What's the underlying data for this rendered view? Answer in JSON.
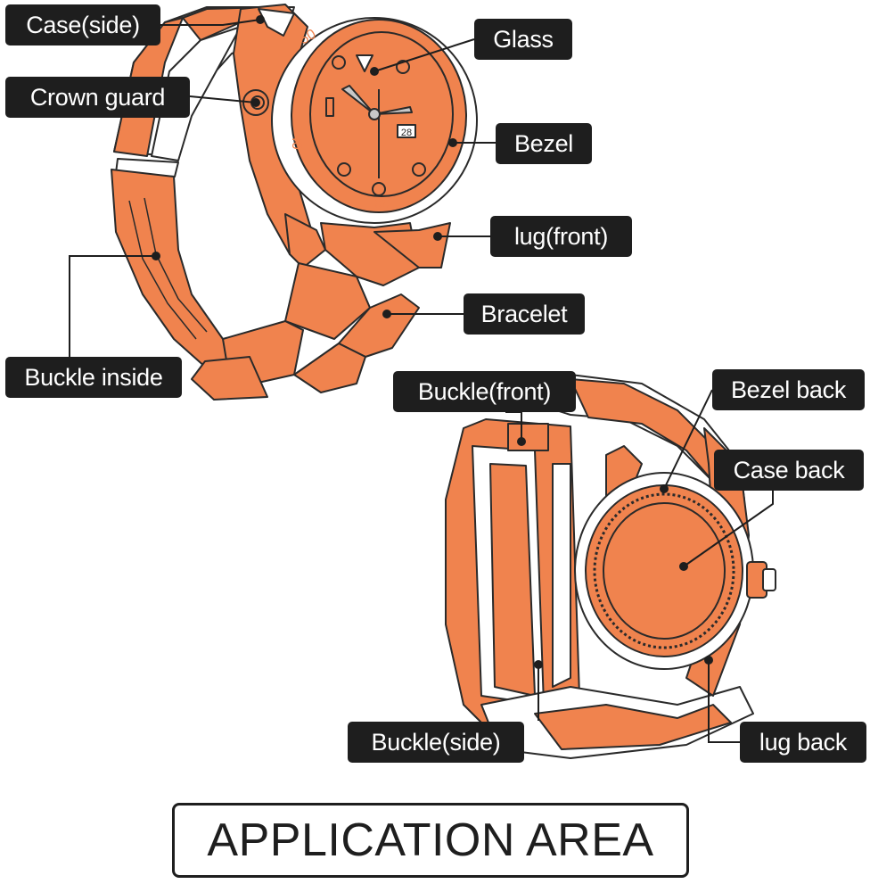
{
  "labels": {
    "case_side": "Case(side)",
    "crown_guard": "Crown guard",
    "glass": "Glass",
    "bezel": "Bezel",
    "lug_front": "lug(front)",
    "bracelet": "Bracelet",
    "buckle_inside": "Buckle inside",
    "buckle_front": "Buckle(front)",
    "bezel_back": "Bezel back",
    "case_back": "Case back",
    "buckle_side": "Buckle(side)",
    "lug_back": "lug back"
  },
  "title": "APPLICATION AREA",
  "bezel_numerals": {
    "n50": "50",
    "n40": "40",
    "n30": "30"
  },
  "colors": {
    "accent": "#F0834E",
    "outline": "#2a2a2a",
    "label_bg": "#1e1e1e",
    "label_text": "#ffffff"
  },
  "icons": {
    "front_illustration": "watch-front-icon",
    "back_illustration": "watch-back-icon"
  }
}
